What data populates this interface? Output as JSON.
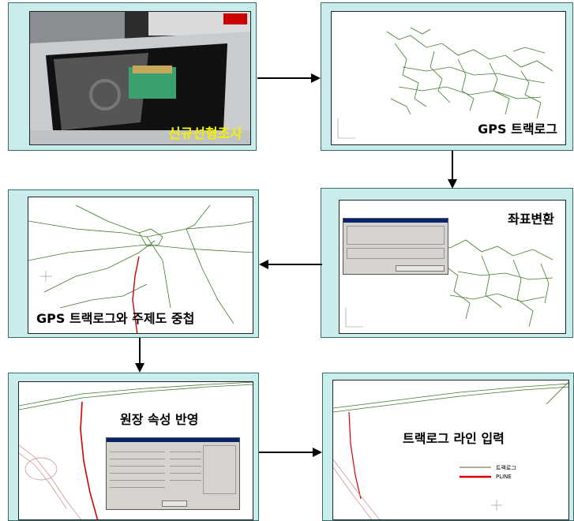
{
  "panels": {
    "survey": {
      "caption": "신규선형조사"
    },
    "gps_tracklog": {
      "caption": "GPS 트랙로그"
    },
    "coord_transform": {
      "caption": "좌표변환"
    },
    "overlay": {
      "caption": "GPS 트랙로그와 주제도 중첩"
    },
    "attribute": {
      "caption": "원장 속성 반영"
    },
    "line_input": {
      "caption": "트랙로그 라인 입력"
    }
  },
  "legend": {
    "tracklog_label": "트랙로그",
    "pline_label": "PLINE",
    "tracklog_color": "#556b2f",
    "pline_color": "#dd0000"
  },
  "colors": {
    "panel_bg": "#c9ecec",
    "network_green": "#3f7a2a",
    "road_red": "#d40000"
  }
}
